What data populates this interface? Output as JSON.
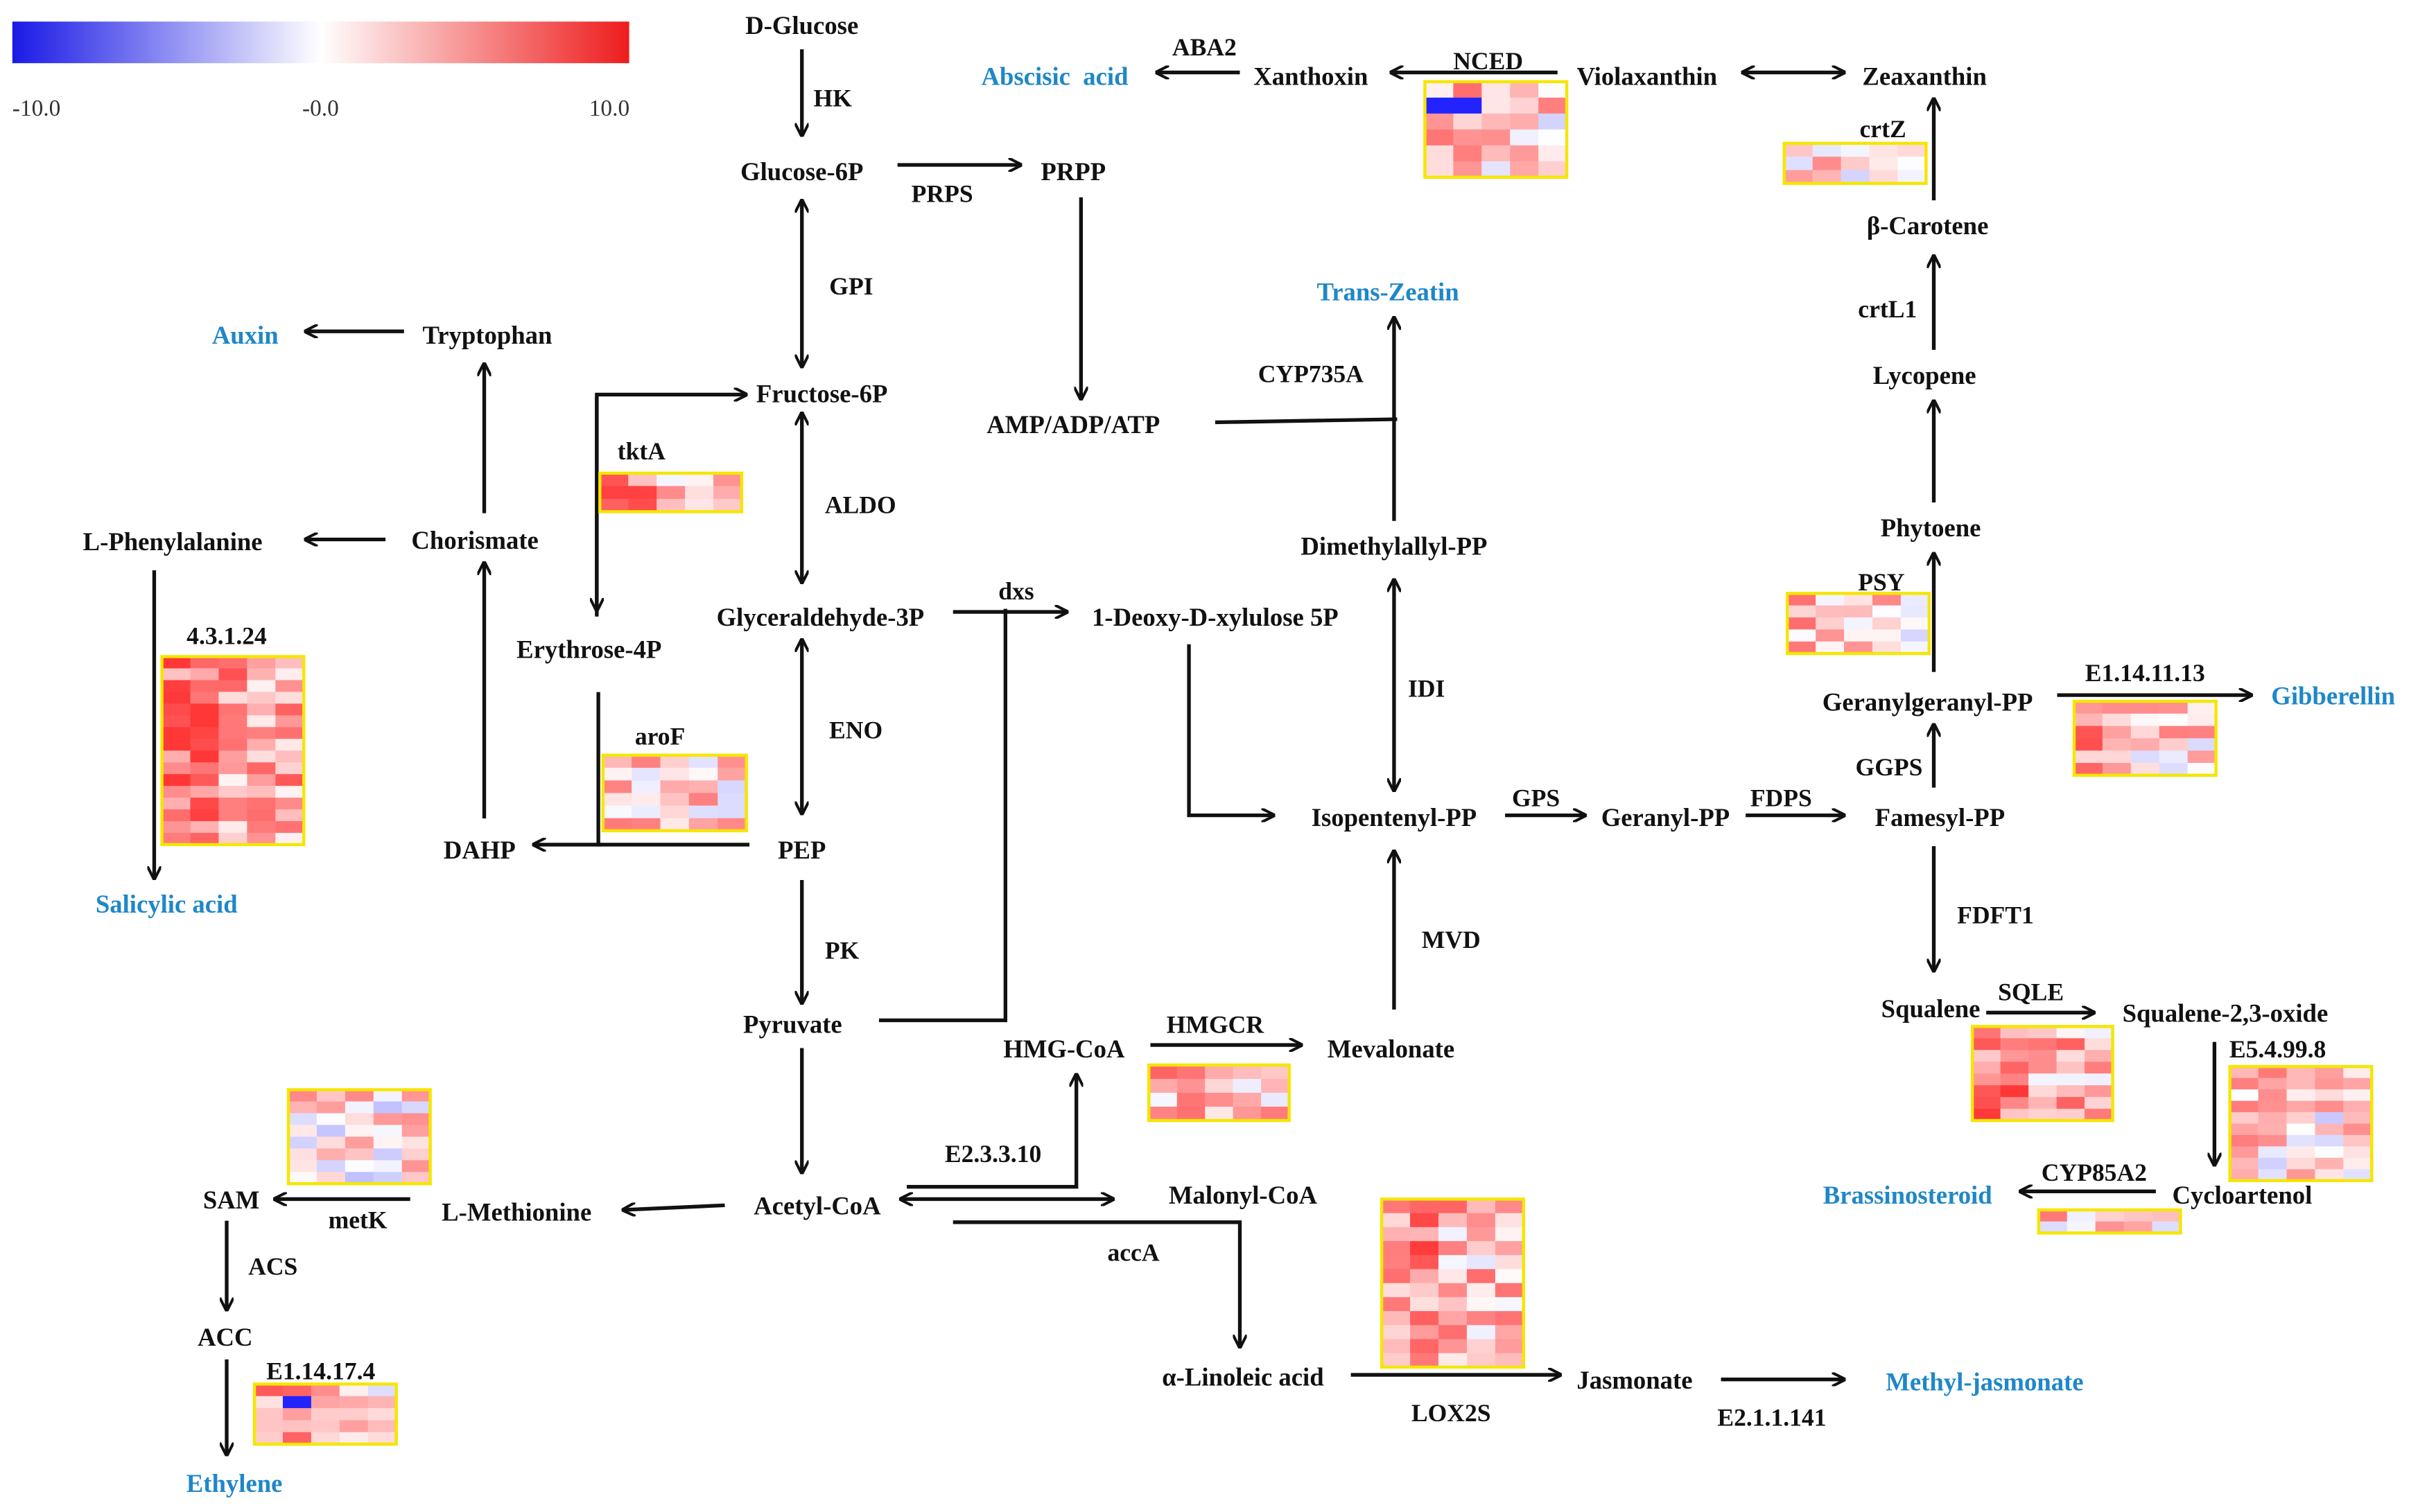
{
  "colors": {
    "hormone": "#1f87c8",
    "text": "#111111",
    "heatmap_border": "#f5e600",
    "scale_low": "#1a1ae6",
    "scale_mid": "#ffffff",
    "scale_high": "#ee1c1c"
  },
  "color_scale": {
    "min_label": "-10.0",
    "mid_label": "-0.0",
    "max_label": "10.0"
  },
  "nodes": {
    "d_glucose": "D-Glucose",
    "glucose_6p": "Glucose-6P",
    "prpp": "PRPP",
    "fructose_6p": "Fructose-6P",
    "amp_adp_atp": "AMP/ADP/ATP",
    "glyceraldehyde_3p": "Glyceraldehyde-3P",
    "deoxy_xylulose": "1-Deoxy-D-xylulose 5P",
    "pep": "PEP",
    "pyruvate": "Pyruvate",
    "acetyl_coa": "Acetyl-CoA",
    "malonyl_coa": "Malonyl-CoA",
    "hmg_coa": "HMG-CoA",
    "mevalonate": "Mevalonate",
    "linoleic_acid": "α-Linoleic acid",
    "jasmonate": "Jasmonate",
    "l_methionine": "L-Methionine",
    "sam": "SAM",
    "acc": "ACC",
    "tryptophan": "Tryptophan",
    "chorismate": "Chorismate",
    "l_phenylalanine": "L-Phenylalanine",
    "erythrose_4p": "Erythrose-4P",
    "dahp": "DAHP",
    "dimethylallyl_pp": "Dimethylallyl-PP",
    "isopentenyl_pp": "Isopentenyl-PP",
    "geranyl_pp": "Geranyl-PP",
    "famesyl_pp": "Famesyl-PP",
    "geranylgeranyl_pp": "Geranylgeranyl-PP",
    "phytoene": "Phytoene",
    "lycopene": "Lycopene",
    "beta_carotene": "β-Carotene",
    "zeaxanthin": "Zeaxanthin",
    "violaxanthin": "Violaxanthin",
    "xanthoxin": "Xanthoxin",
    "squalene": "Squalene",
    "squalene_oxide": "Squalene-2,3-oxide",
    "cycloartenol": "Cycloartenol"
  },
  "hormones": {
    "abscisic_acid": "Abscisic  acid",
    "auxin": "Auxin",
    "trans_zeatin": "Trans-Zeatin",
    "salicylic_acid": "Salicylic acid",
    "gibberellin": "Gibberellin",
    "brassinosteroid": "Brassinosteroid",
    "methyl_jasmonate": "Methyl-jasmonate",
    "ethylene": "Ethylene"
  },
  "enzymes": {
    "hk": "HK",
    "prps": "PRPS",
    "gpi": "GPI",
    "aldo": "ALDO",
    "eno": "ENO",
    "pk": "PK",
    "dxs": "dxs",
    "tkta": "tktA",
    "arof": "aroF",
    "enz_4_3_1_24": "4.3.1.24",
    "cyp735a": "CYP735A",
    "idi": "IDI",
    "mvd": "MVD",
    "gps": "GPS",
    "fdps": "FDPS",
    "hmgcr": "HMGCR",
    "e2_3_3_10": "E2.3.3.10",
    "acca": "accA",
    "lox2s": "LOX2S",
    "e2_1_1_141": "E2.1.1.141",
    "metk": "metK",
    "acs": "ACS",
    "e1_14_17_4": "E1.14.17.4",
    "aba2": "ABA2",
    "nced": "NCED",
    "crtz": "crtZ",
    "crtl1": "crtL1",
    "psy": "PSY",
    "ggps": "GGPS",
    "e1_14_11_13": "E1.14.11.13",
    "fdft1": "FDFT1",
    "sqle": "SQLE",
    "e5_4_99_8": "E5.4.99.8",
    "cyp85a2": "CYP85A2"
  }
}
